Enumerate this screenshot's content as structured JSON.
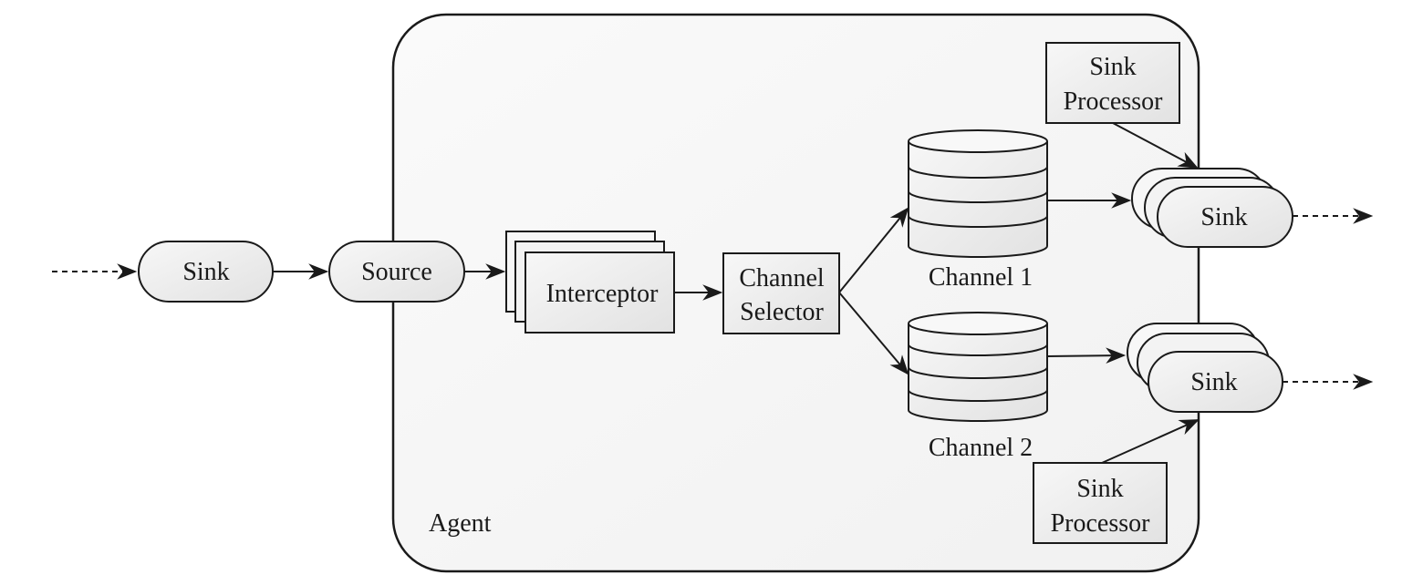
{
  "agent": {
    "label": "Agent"
  },
  "external_sink": {
    "label": "Sink"
  },
  "source": {
    "label": "Source"
  },
  "interceptor": {
    "label": "Interceptor"
  },
  "channel_selector": {
    "line1": "Channel",
    "line2": "Selector"
  },
  "channel_1": {
    "label": "Channel 1"
  },
  "channel_2": {
    "label": "Channel 2"
  },
  "sink_top": {
    "label": "Sink"
  },
  "sink_bottom": {
    "label": "Sink"
  },
  "sink_processor_top": {
    "line1": "Sink",
    "line2": "Processor"
  },
  "sink_processor_bottom": {
    "line1": "Sink",
    "line2": "Processor"
  },
  "colors": {
    "stroke": "#1a1a1a",
    "fill_light": "#f2f2f2",
    "fill_gray": "#e6e6e6"
  }
}
